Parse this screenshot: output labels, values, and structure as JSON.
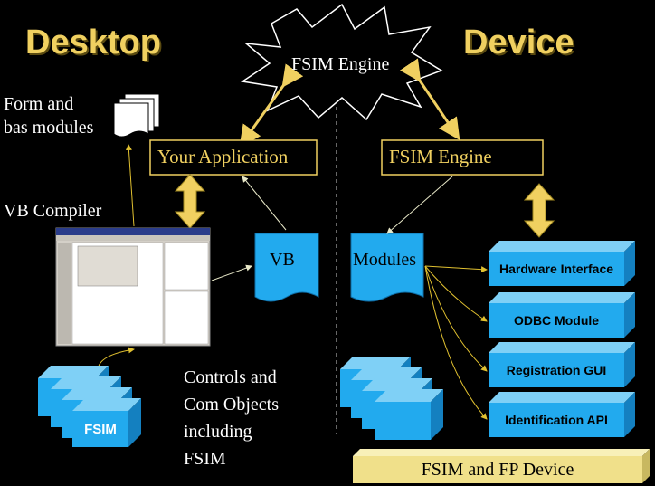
{
  "headings": {
    "desktop": "Desktop",
    "device": "Device"
  },
  "star": {
    "label": "FSIM Engine"
  },
  "desktop": {
    "form_modules": "Form and\nbas modules",
    "vb_compiler": "VB Compiler",
    "your_application": "Your Application",
    "vb_doc": "VB",
    "controls": "Controls and\nCom Objects\nincluding\nFSIM",
    "fsim_box": "FSIM"
  },
  "device": {
    "engine": "FSIM Engine",
    "modules": "Modules",
    "components": [
      "Hardware Interface",
      "ODBC Module",
      "Registration GUI",
      "Identification API"
    ],
    "base": "FSIM and FP Device"
  },
  "colors": {
    "yellow": "#f0d060",
    "cyan": "#22aaee",
    "cyan_dark": "#0f6fa8",
    "tan": "#f0e08a"
  }
}
